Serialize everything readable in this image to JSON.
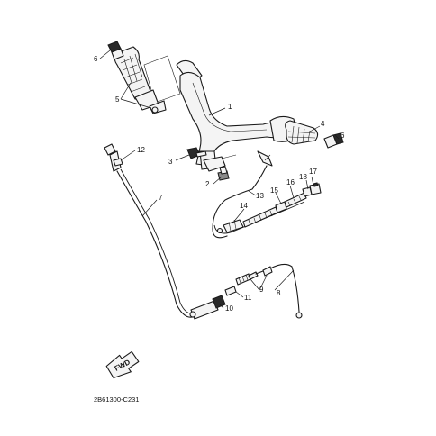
{
  "diagram": {
    "callouts": [
      "1",
      "2",
      "3",
      "4",
      "5",
      "6",
      "6",
      "7",
      "8",
      "9",
      "10",
      "11",
      "12",
      "13",
      "14",
      "15",
      "16",
      "17",
      "18"
    ],
    "direction_label": "FWD",
    "drawing_code": "2B61300-C231"
  }
}
